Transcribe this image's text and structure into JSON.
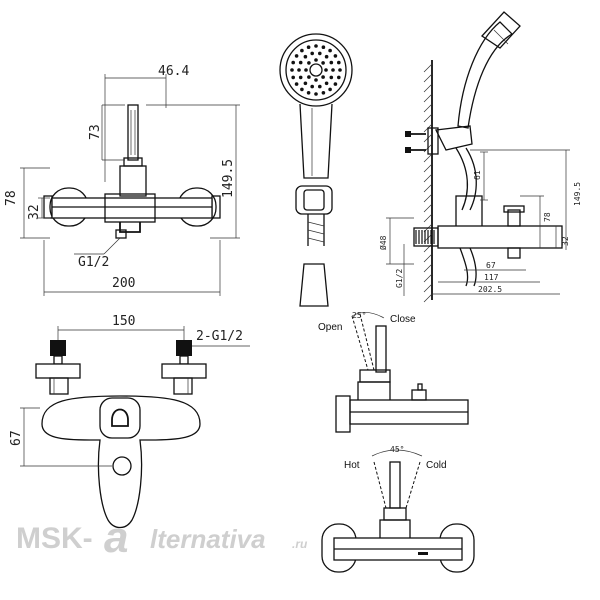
{
  "dimensions": {
    "width_46_4": "46.4",
    "height_73": "73",
    "height_149_5": "149.5",
    "height_78": "78",
    "height_32": "32",
    "thread_g12": "G1/2",
    "width_200": "200",
    "width_150": "150",
    "thread_2g12": "2-G1/2",
    "depth_67": "67",
    "side_61": "61",
    "side_149_5": "149.5",
    "side_78": "78",
    "side_32": "32",
    "side_d48": "Ø48",
    "side_g12": "G1/2",
    "side_67": "67",
    "side_117": "117",
    "side_202_5": "202.5",
    "angle_25": "25°",
    "angle_45": "45°"
  },
  "labels": {
    "open": "Open",
    "close": "Close",
    "hot": "Hot",
    "cold": "Cold"
  },
  "watermark": {
    "left": "MSK-",
    "mark": "a",
    "right": "lternativa",
    "suffix": ".ru"
  }
}
